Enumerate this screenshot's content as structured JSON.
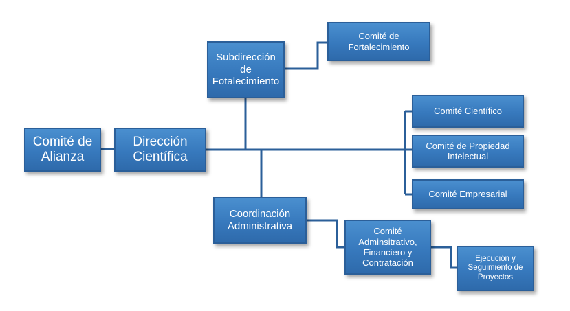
{
  "nodes": {
    "alianza": "Comité de\nAlianza",
    "direccion": "Dirección\nCientífica",
    "subdireccion": "Subdirección\nde\nFotalecimiento",
    "comite_fortalecimiento": "Comité de\nFortalecimiento",
    "comite_cientifico": "Comité Científico",
    "comite_propiedad": "Comité de Propiedad\nIntelectual",
    "comite_empresarial": "Comité Empresarial",
    "coordinacion": "Coordinación\nAdministrativa",
    "comite_administrativo": "Comité\nAdminsitrativo,\nFinanciero y\nContratación",
    "ejecucion": "Ejecución y\nSeguimiento de\nProyectos"
  },
  "colors": {
    "box_fill": "#3779bd",
    "box_border": "#2b5f99",
    "line": "#2b5f99",
    "text": "#ffffff"
  }
}
